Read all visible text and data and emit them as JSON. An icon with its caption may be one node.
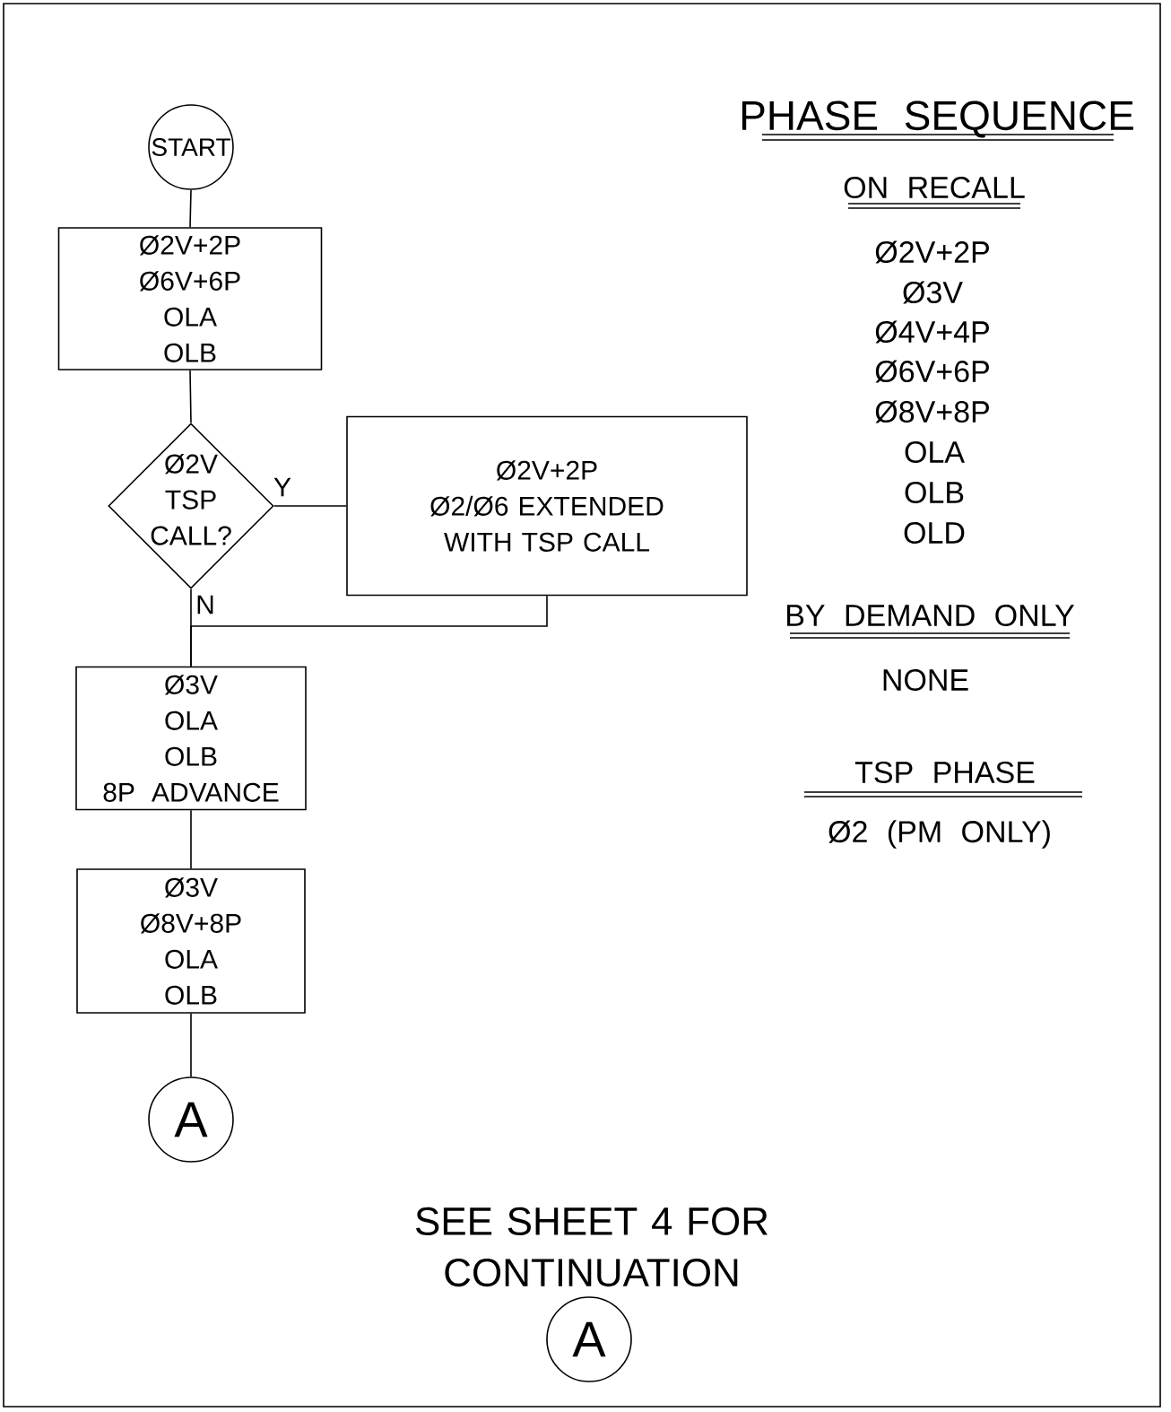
{
  "diagram": {
    "nodes": [
      {
        "text": [
          "START"
        ]
      },
      {
        "text": [
          "Ø2V+2P",
          "Ø6V+6P",
          "OLA",
          "OLB"
        ]
      },
      {
        "text": [
          "Ø2V TSP CALL?"
        ]
      },
      {
        "text": [
          "Ø2V+2P",
          "Ø2/Ø6 EXTENDED WITH TSP CALL"
        ]
      },
      {
        "text": [
          "Ø3V",
          "OLA",
          "OLB",
          "8P ADVANCE"
        ]
      },
      {
        "text": [
          "Ø3V",
          "Ø8V+8P",
          "OLA",
          "OLB"
        ]
      },
      {
        "text": [
          "A"
        ]
      },
      {
        "text": [
          "A"
        ]
      }
    ],
    "edges": [
      {
        "from": 0,
        "to": 1,
        "arrow": "none"
      },
      {
        "from": 1,
        "to": 2,
        "arrow": "none"
      },
      {
        "from": 2,
        "to": 3,
        "arrow": "none",
        "label": "Y"
      },
      {
        "from": 2,
        "to": 4,
        "arrow": "none",
        "label": "N"
      },
      {
        "from": 3,
        "to": 4,
        "arrow": "none"
      },
      {
        "from": 4,
        "to": 5,
        "arrow": "none"
      },
      {
        "from": 5,
        "to": 6,
        "arrow": "none"
      }
    ],
    "labels": [
      "PHASE SEQUENCE",
      "ON RECALL",
      "Ø2V+2P",
      "Ø3V",
      "Ø4V+4P",
      "Ø6V+6P",
      "Ø8V+8P",
      "OLA",
      "OLB",
      "OLD",
      "BY DEMAND ONLY",
      "NONE",
      "TSP PHASE",
      "Ø2 (PM ONLY)",
      "SEE SHEET 4 FOR CONTINUATION"
    ]
  }
}
